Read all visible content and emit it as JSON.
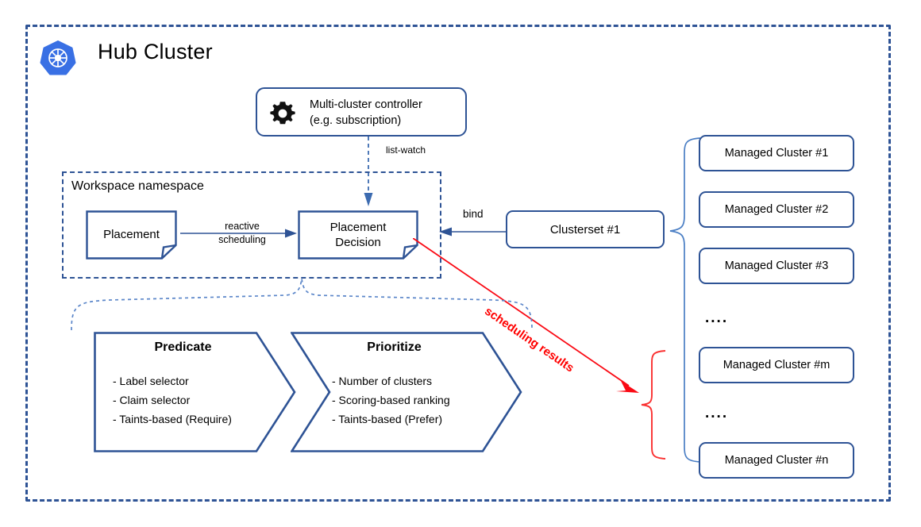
{
  "hub": {
    "title": "Hub Cluster",
    "logo_icon": "kubernetes-logo-icon",
    "border_color": "#2e5395"
  },
  "controller": {
    "icon": "gear-icon",
    "line1": "Multi-cluster controller",
    "line2": "(e.g. subscription)"
  },
  "edges": {
    "list_watch": "list-watch",
    "reactive_line1": "reactive",
    "reactive_line2": "scheduling",
    "bind": "bind",
    "scheduling_results": "scheduling results",
    "scheduling_results_color": "#ff0000"
  },
  "workspace": {
    "label": "Workspace namespace",
    "placement": "Placement",
    "decision_line1": "Placement",
    "decision_line2": "Decision"
  },
  "clusterset": {
    "label": "Clusterset #1"
  },
  "stages": [
    {
      "title": "Predicate",
      "items": [
        "- Label selector",
        "- Claim selector",
        "- Taints-based (Require)"
      ]
    },
    {
      "title": "Prioritize",
      "items": [
        "- Number of clusters",
        "-  Scoring-based ranking",
        "- Taints-based (Prefer)"
      ]
    }
  ],
  "managed_clusters": {
    "items": [
      {
        "type": "box",
        "label": "Managed Cluster #1"
      },
      {
        "type": "box",
        "label": "Managed Cluster #2"
      },
      {
        "type": "box",
        "label": "Managed Cluster #3"
      },
      {
        "type": "dots",
        "label": "...."
      },
      {
        "type": "box",
        "label": "Managed Cluster #m"
      },
      {
        "type": "dots",
        "label": "...."
      },
      {
        "type": "box",
        "label": "Managed Cluster #n"
      }
    ]
  },
  "colors": {
    "brand_blue": "#2e5395",
    "accent_red": "#ff0000",
    "k8s_blue": "#3970e4"
  }
}
